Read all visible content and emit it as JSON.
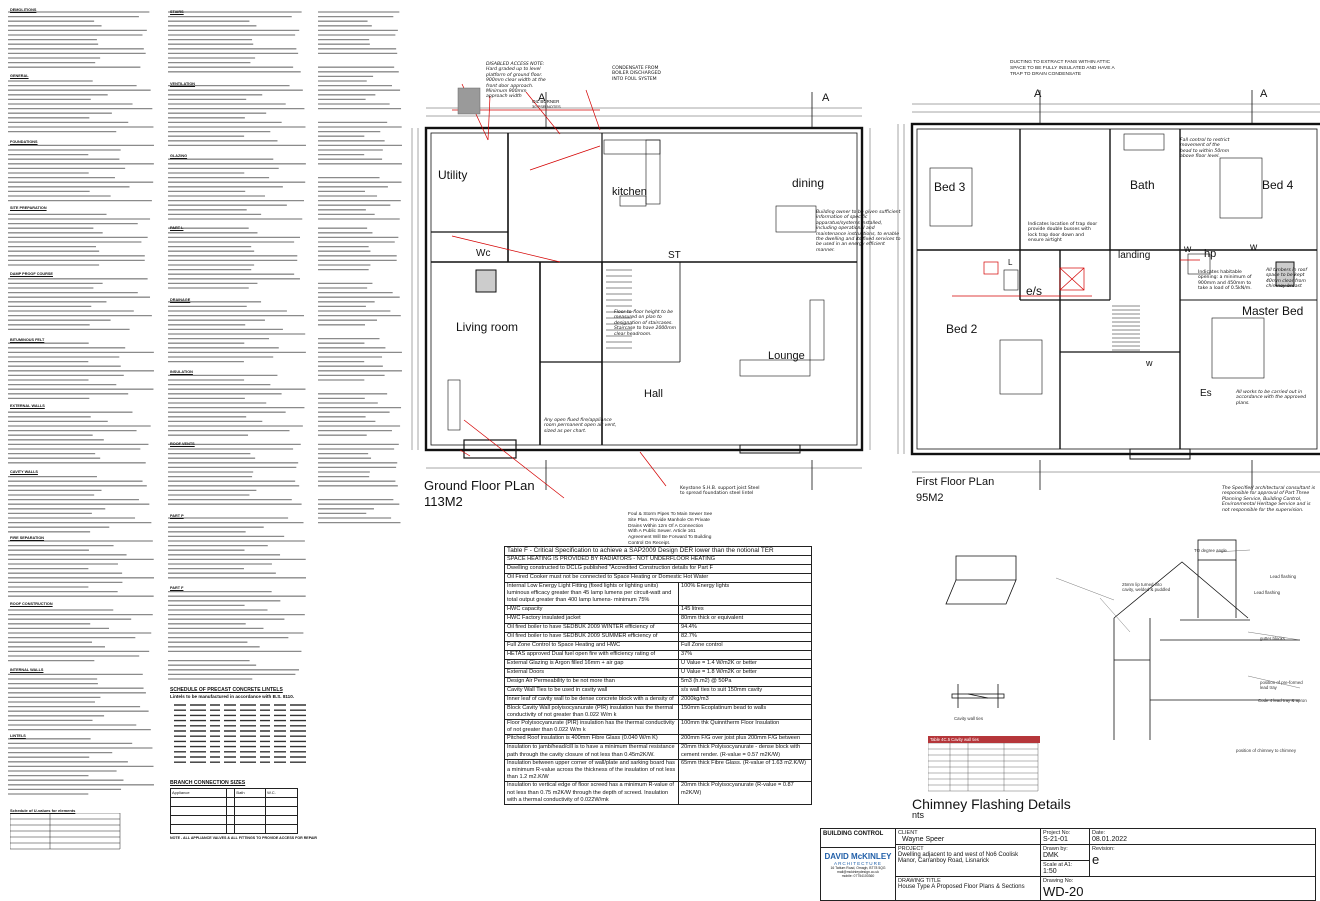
{
  "notes_left": {
    "headings": [
      "DEMOLITIONS",
      "GENERAL",
      "FOUNDATIONS",
      "SITE PREPARATION",
      "DAMP PROOF COURSE",
      "BITUMINOUS FELT",
      "EXTERNAL WALLS",
      "CAVITY WALLS",
      "FIRE SEPARATION",
      "ROOF CONSTRUCTION",
      "INTERNAL WALLS",
      "LINTELS",
      "STAIRS",
      "VENTILATION",
      "GLAZING",
      "PART L",
      "DRAINAGE",
      "INSULATION",
      "ROOF VENTS",
      "PART P",
      "PART F"
    ]
  },
  "notes_mid_block": {
    "heading_1": "SCHEDULE OF PRECAST CONCRETE LINTELS",
    "sub_1": "Lintels to be manufactured in accordance with B.S. 8110.",
    "heading_2": "BRANCH CONNECTION SIZES",
    "table_head": [
      "Appliance",
      "",
      "Bath",
      "W.C."
    ],
    "footnote": "NOTE - ALL APPLIANCE VALVES & ALL FITTINGS TO PROVIDE ACCESS FOR REPAIR",
    "block_small": "Schedule of U-values for elements"
  },
  "ground_floor": {
    "title": "Ground Floor PLan",
    "area": "113M2",
    "rooms": [
      "Utility",
      "kitchen",
      "dining",
      "Living room",
      "ST",
      "Hall",
      "Lounge"
    ],
    "wc_label": "Wc",
    "small_labels": [
      "A",
      "A",
      "OIL BURNER",
      "30 PSR NOTES"
    ],
    "notes": [
      "DISABLED ACCESS NOTE: Hard graded up to level platform of ground floor. 900mm clear width at the front door approach. Minimum 900mm approach width",
      "CONDENSATE FROM BOILER DISCHARGED INTO FOUL SYSTEM",
      "Building owner to be given sufficient information of specific apparatus/systems installed, including operational and maintenance instructions, to enable the dwelling and its fixed services to be used in an energy efficient manner.",
      "Floor-to-floor height to be measured on plan to designation of staircases. Staircase to have 2000mm clear headroom.",
      "Any open flued fire/appliance room permanent open air vent, sized as per chart.",
      "Keystone S.H.B. support joist Steel to spread foundation steel lintel",
      "Foul & Storm Pipes To Main Sewer See Site Plan. Provide Manhole On Private Drains Within 12m Of A Connection With A Public Sewer. Article 161 Agreement Will Be Forward To Building Control On Receipt."
    ]
  },
  "first_floor": {
    "title": "First Floor PLan",
    "area": "95M2",
    "rooms": [
      "Bed 3",
      "Bath",
      "Bed 4",
      "e/s",
      "landing",
      "hp",
      "Bed 2",
      "Master Bed",
      "Es"
    ],
    "small_labels": [
      "A",
      "A",
      "w",
      "w",
      "w",
      "L"
    ],
    "notes": [
      "DUCTING TO EXTRACT FANS WITHIN ATTIC SPACE TO BE FULLY INSULATED AND HAVE A TRAP TO DRAIN CONDENSATE",
      "Fall control to restrict movement of the bead to within 50mm above floor level.",
      "Indicates location of trap door provide double busses with lock trap door down and ensure airtight",
      "Indicates habitable opening: a minimum of 900mm and 450mm to take a load of 0.5kN/m.",
      "All timbers in roof space to be kept 40mm clear from chimney breast",
      "All works to be carried out in accordance with the approved plans.",
      "The Specifier/ architectural consultant is responsible for approval of Part Three Planning Service, Building Control, Environmental Heritage Service and is not responsible for the supervision."
    ]
  },
  "spec_table": {
    "title": "Table F - Critical Specification to achieve a SAP2009 Design DER lower than the notional TER",
    "rows": [
      [
        "SPACE HEATING IS PROVIDED BY RADIATORS - NOT UNDERFLOOR HEATING",
        ""
      ],
      [
        "Dwelling constructed to DCLG published \"Accredited Construction details for Part F",
        ""
      ],
      [
        "Oil Fired Cooker must not be connected to Space Heating or Domestic Hot Water",
        ""
      ],
      [
        "Internal Low Energy Light Fitting (fixed lights or lighting units) luminous efficacy greater than 45 lamp lumens per circuit-watt and total output greater than 400 lamp lumens- minimum 75%",
        "100% Energy lights"
      ],
      [
        "HWC capacity",
        "145 litres"
      ],
      [
        "HWC Factory insulated jacket",
        "80mm thick or equivalent"
      ],
      [
        "Oil fired boiler to have SEDBUK 2009 WINTER efficiency of",
        "94.4%"
      ],
      [
        "Oil fired boiler to have SEDBUK 2009 SUMMER efficiency of",
        "82.7%"
      ],
      [
        "Full Zone Control to Space Heating and HWC",
        "Full Zone control"
      ],
      [
        "HETAS approved Dual fuel open fire with efficiency rating of",
        "37%"
      ],
      [
        "External Glazing is Argon filled 16mm + air gap",
        "U Value = 1.4 W/m2K or better"
      ],
      [
        "External Doors",
        "U Value = 1.8 W/m2K or better"
      ],
      [
        "Design Air Permeability to be not more than",
        "5m3 (h.m2) @ 50Pa"
      ],
      [
        "Cavity Wall Ties to be used in cavity wall",
        "s/s wall ties to suit 150mm cavity"
      ],
      [
        "Inner leaf of cavity wall to be dense concrete block with a density of",
        "2000kg/m3"
      ],
      [
        "Block Cavity Wall polyisocyanurate (PIR) insulation has the thermal conductivity of not greater than 0.022 W/m k",
        "150mm Ecoplatinum bead to walls"
      ],
      [
        "Floor Polyisocyanurate (PIR) insulation has the thermal conductivity of not greater than 0.022 W/m k",
        "100mm thk Quinntherm Floor Insulation"
      ],
      [
        "Pitched Roof insulation is 400mm Fibre Glass (0.040 W/m K)",
        "200mm F/G over joist plus 200mm F/G between"
      ],
      [
        "Insulation to jamb/head/cill is to have a minimum thermal resistance path through the cavity closure of not less than 0.45m2K/W.",
        "20mm thick Polyisocyanurate - dense block with cement render. (R-value = 0.57 m2K/W)"
      ],
      [
        "Insulation between upper corner of wall/plate and sarking board has a minimum R-value across the thickness of the insulation of not less than 1.2 m2.K/W",
        "65mm thick Fibre Glass. (R-value of 1.63 m2.K/W)"
      ],
      [
        "Insulation to vertical edge of floor screed has a minimum R-value of not less than 0.75 m2K/W through the depth of screed. Insulation with a thermal conductivity of 0.022W/mk",
        "20mm thick Polyisocyanurate (R-value = 0.87 m2K/W)"
      ]
    ]
  },
  "chimney": {
    "title": "Chimney Flashing Details",
    "subtitle": "nts",
    "table_title": "Table 4C.5 Cavity wall ties",
    "labels": [
      "TO degree angle",
      "Lead flashing",
      "25mm lip turned into cavity, welded & puddled",
      "Lead flashing",
      "gutter blocks",
      "position of pre-formed lead tray",
      "Code 4 lead tray & apron",
      "position of chimney to chimney",
      "Cavity wall ties"
    ]
  },
  "title_block": {
    "building_control": "BUILDING CONTROL",
    "client_label": "CLIENT",
    "client": "Wayne Speer",
    "project_label": "PROJECT",
    "project": "Dwelling adjacent to and west of No6 Coolisk Manor, Carranboy Road, Lisnarick",
    "drawing_title_label": "DRAWING TITLE",
    "drawing_title": "House Type A Proposed Floor Plans & Sections",
    "project_no_label": "Project No:",
    "project_no": "S-21-01",
    "date_label": "Date:",
    "date": "08.01.2022",
    "drawn_by_label": "Drawn by:",
    "drawn_by": "DMK",
    "scale_label": "Scale at A1:",
    "scale": "1:50",
    "revision_label": "Revision:",
    "revision": "e",
    "drawing_no_label": "Drawing No:",
    "drawing_no": "WD-20",
    "firm": "DAVID McKINLEY",
    "firm_sub": "ARCHITECTURE",
    "firm_address": "16 Tattum Road, Omagh, BT78 5QG",
    "firm_email": "mail@mckinleydesign.co.uk",
    "firm_phone": "mobile: 07754100360"
  },
  "colors": {
    "line": "#111111",
    "red": "#d40000",
    "grey_hatch": "#9a9a9a",
    "bc_box": "#b5363a"
  }
}
